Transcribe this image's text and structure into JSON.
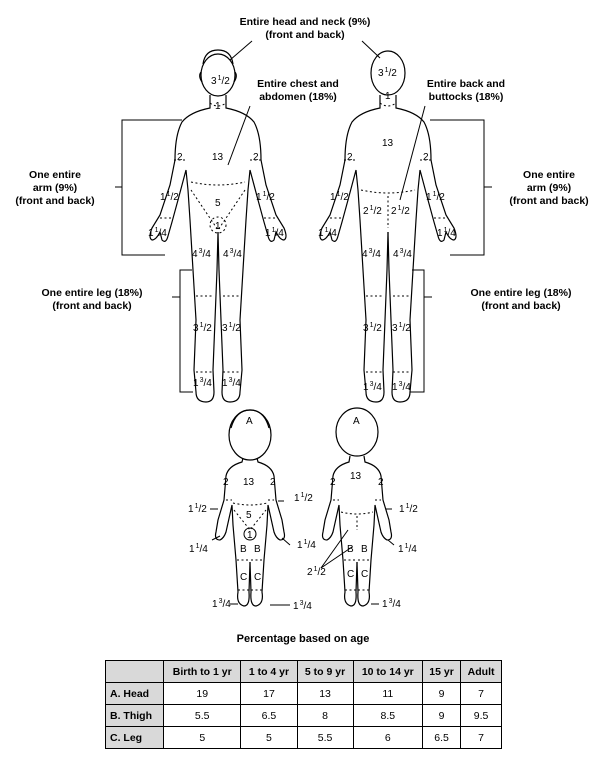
{
  "labels": {
    "head_neck": [
      "Entire head and neck (9%)",
      "(front and back)"
    ],
    "chest_abdomen": [
      "Entire chest and",
      "abdomen (18%)"
    ],
    "back_buttocks": [
      "Entire back and",
      "buttocks (18%)"
    ],
    "arm_left": [
      "One entire",
      "arm (9%)",
      "(front and back)"
    ],
    "arm_right": [
      "One entire",
      "arm (9%)",
      "(front and back)"
    ],
    "leg_left": [
      "One entire leg (18%)",
      "(front and back)"
    ],
    "leg_right": [
      "One entire leg (18%)",
      "(front and back)"
    ]
  },
  "adult_front": {
    "head": "3 1/2",
    "neck": "1",
    "trunk": "13",
    "upper_arm_l": "2",
    "upper_arm_r": "2",
    "forearm_l": "1 1/2",
    "forearm_r": "1 1/2",
    "abdomen": "5",
    "genitals": "1",
    "hand_l": "1 1/4",
    "hand_r": "1 1/4",
    "thigh_l": "4 3/4",
    "thigh_r": "4 3/4",
    "leg_l": "3 1/2",
    "leg_r": "3 1/2",
    "foot_l": "1 3/4",
    "foot_r": "1 3/4"
  },
  "adult_back": {
    "head": "3 1/2",
    "neck": "1",
    "trunk": "13",
    "upper_arm_l": "2",
    "upper_arm_r": "2",
    "forearm_l": "1 1/2",
    "forearm_r": "1 1/2",
    "buttock_l": "2 1/2",
    "buttock_r": "2 1/2",
    "hand_l": "1 1/4",
    "hand_r": "1 1/4",
    "thigh_l": "4 3/4",
    "thigh_r": "4 3/4",
    "leg_l": "3 1/2",
    "leg_r": "3 1/2",
    "foot_l": "1 3/4",
    "foot_r": "1 3/4"
  },
  "child_front": {
    "head": "A",
    "trunk": "13",
    "upper_arm_l": "2",
    "upper_arm_r": "2",
    "forearm_l": "1 1/2",
    "forearm_r": "1 1/2",
    "abdomen": "5",
    "genitals": "1",
    "hand_l": "1 1/4",
    "hand_r": "1 1/4",
    "thigh_l": "B",
    "thigh_r": "B",
    "leg_l": "C",
    "leg_r": "C",
    "foot_l": "1 3/4",
    "foot_mid": "1 3/4"
  },
  "child_back": {
    "head": "A",
    "trunk": "13",
    "upper_arm_l": "2",
    "upper_arm_r": "2",
    "forearm_r": "1 1/2",
    "hand_r": "1 1/4",
    "buttocks": "2 1/2",
    "thigh_l": "B",
    "thigh_r": "B",
    "leg_l": "C",
    "leg_r": "C",
    "foot_r": "1 3/4"
  },
  "table": {
    "caption": "Percentage based on age",
    "columns": [
      "",
      "Birth to 1 yr",
      "1 to 4 yr",
      "5 to 9 yr",
      "10 to 14 yr",
      "15 yr",
      "Adult"
    ],
    "rows": [
      {
        "label": "A. Head",
        "values": [
          "19",
          "17",
          "13",
          "11",
          "9",
          "7"
        ]
      },
      {
        "label": "B. Thigh",
        "values": [
          "5.5",
          "6.5",
          "8",
          "8.5",
          "9",
          "9.5"
        ]
      },
      {
        "label": "C. Leg",
        "values": [
          "5",
          "5",
          "5.5",
          "6",
          "6.5",
          "7"
        ]
      }
    ]
  }
}
